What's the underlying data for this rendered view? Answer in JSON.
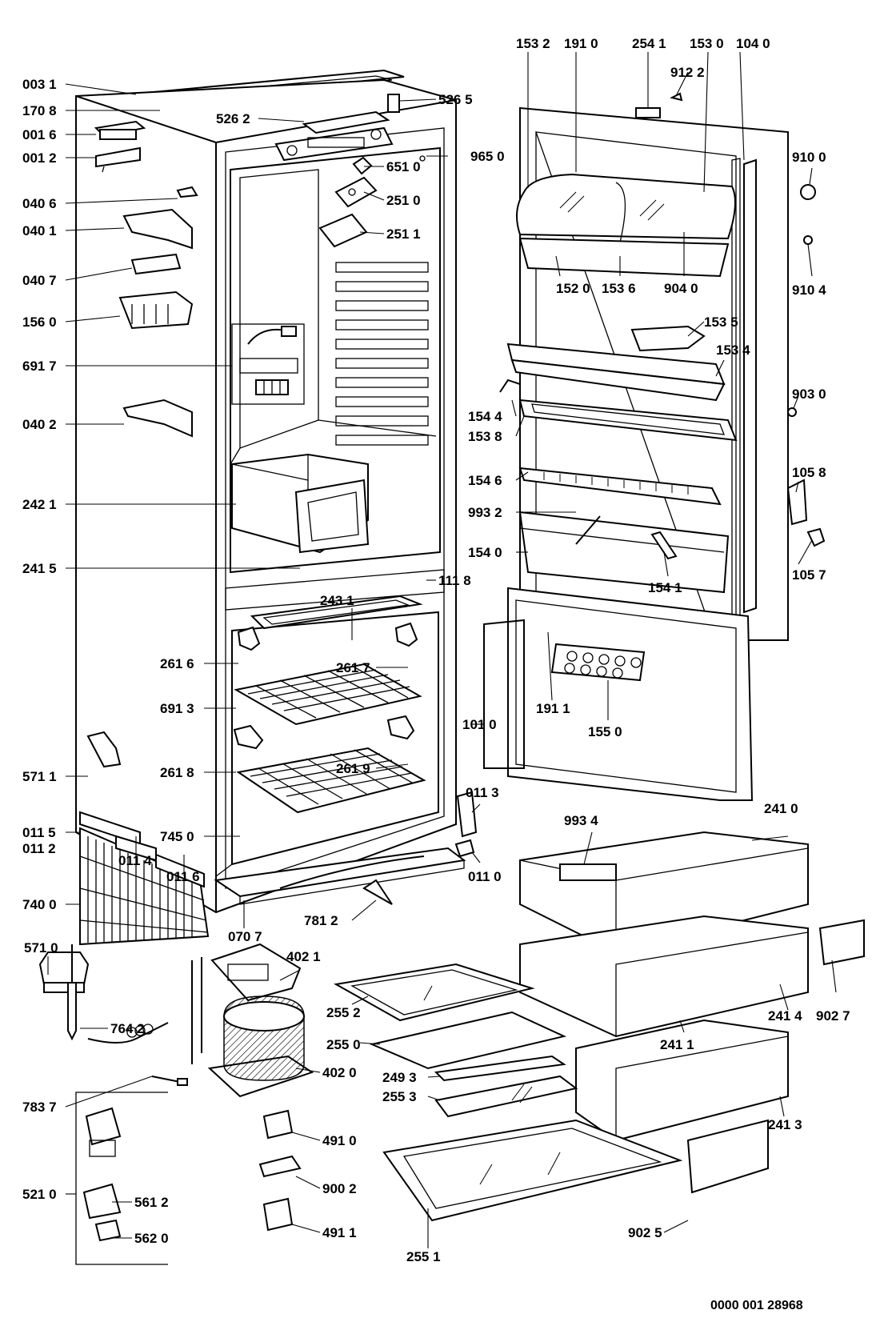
{
  "diagram": {
    "document_number": "0000 001 28968",
    "part_labels": [
      "003 1",
      "170 8",
      "001 6",
      "001 2",
      "040 6",
      "040 1",
      "040 7",
      "156 0",
      "691 7",
      "040 2",
      "242 1",
      "241 5",
      "261 6",
      "691 3",
      "571 1",
      "011 5",
      "011 2",
      "011 4",
      "011 6",
      "740 0",
      "571 0",
      "764 2",
      "783 7",
      "521 0",
      "561 2",
      "562 0",
      "526 2",
      "526 5",
      "651 0",
      "965 0",
      "251 0",
      "251 1",
      "111 8",
      "243 1",
      "261 7",
      "261 8",
      "261 9",
      "745 0",
      "070 7",
      "781 2",
      "011 3",
      "011 0",
      "402 1",
      "402 0",
      "491 0",
      "900 2",
      "491 1",
      "153 2",
      "191 0",
      "254 1",
      "912 2",
      "153 0",
      "104 0",
      "910 0",
      "910 4",
      "152 0",
      "153 6",
      "904 0",
      "153 5",
      "153 4",
      "903 0",
      "154 4",
      "153 8",
      "105 8",
      "154 6",
      "993 2",
      "154 0",
      "154 1",
      "105 7",
      "191 1",
      "101 0",
      "155 0",
      "241 0",
      "993 4",
      "255 2",
      "241 4",
      "902 7",
      "255 0",
      "241 1",
      "249 3",
      "255 3",
      "241 3",
      "902 5",
      "255 1"
    ]
  }
}
